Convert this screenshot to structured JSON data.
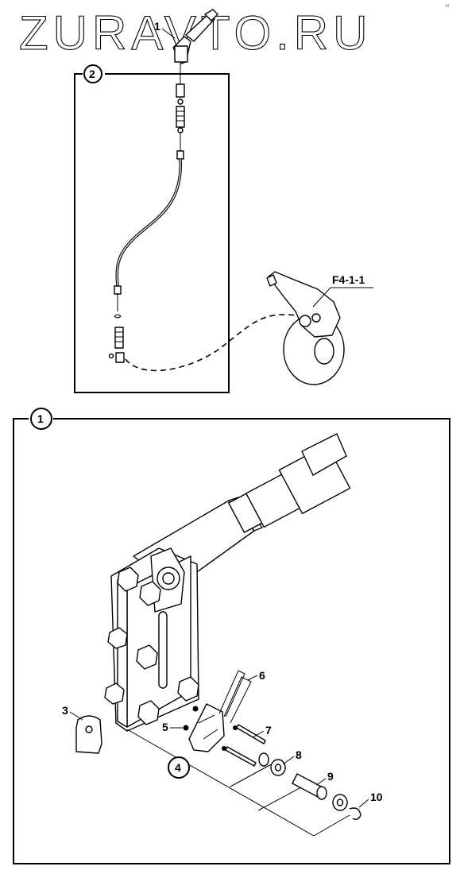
{
  "watermark": "ZURAVTO.RU",
  "corner_mark": "ᶻᵃ",
  "callouts": {
    "c1_top": "1",
    "box2": "2",
    "box1": "1",
    "c3": "3",
    "c4": "4",
    "c5": "5",
    "c6": "6",
    "c7": "7",
    "c8": "8",
    "c9": "9",
    "c10": "10"
  },
  "reference": "F4-1-1"
}
